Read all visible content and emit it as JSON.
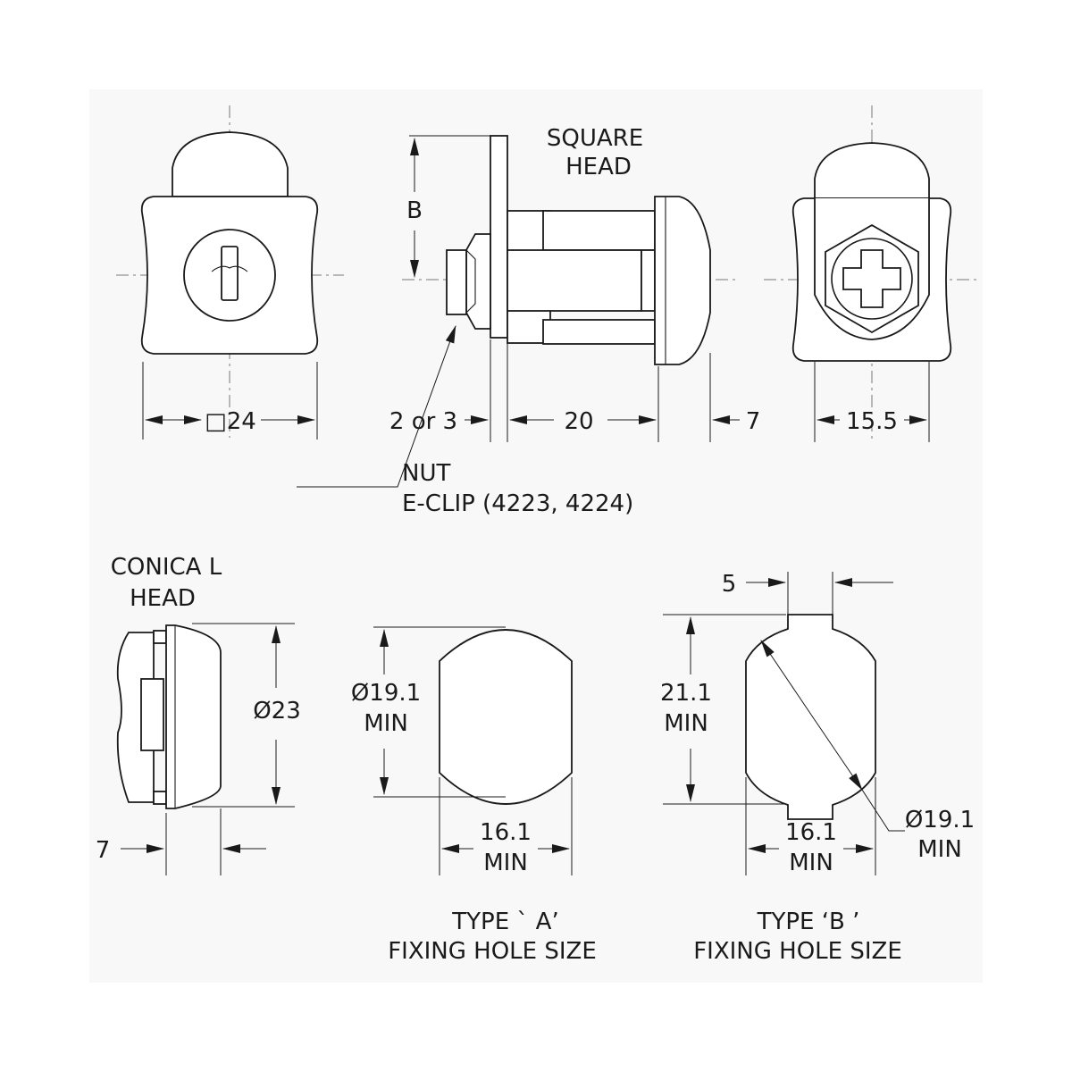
{
  "labels": {
    "square_head_1": "SQUARE",
    "square_head_2": "HEAD",
    "dim_b": "B",
    "dim_24": "□24",
    "dim_2or3": "2 or 3",
    "dim_20": "20",
    "dim_7_top": "7",
    "dim_15_5": "15.5",
    "nut_1": "NUT",
    "nut_2": "E-CLIP (4223, 4224)",
    "conical_head_1": "CONICA L",
    "conical_head_2": "HEAD",
    "dim_23": "Ø23",
    "dim_7_bottom": "7",
    "type_a_dia_1": "Ø19.1",
    "type_a_dia_2": "MIN",
    "type_a_w_1": "16.1",
    "type_a_w_2": "MIN",
    "type_a_title_1": "TYPE ` A’",
    "type_a_title_2": "FIXING HOLE SIZE",
    "dim_5": "5",
    "type_b_h_1": "21.1",
    "type_b_h_2": "MIN",
    "type_b_w_1": "16.1",
    "type_b_w_2": "MIN",
    "type_b_dia_1": "Ø19.1",
    "type_b_dia_2": "MIN",
    "type_b_title_1": "TYPE ‘B ’",
    "type_b_title_2": "FIXING HOLE SIZE"
  },
  "colors": {
    "line": "#1a1a1a",
    "panel_background": "#f8f8f8",
    "centerline": "#777777"
  }
}
